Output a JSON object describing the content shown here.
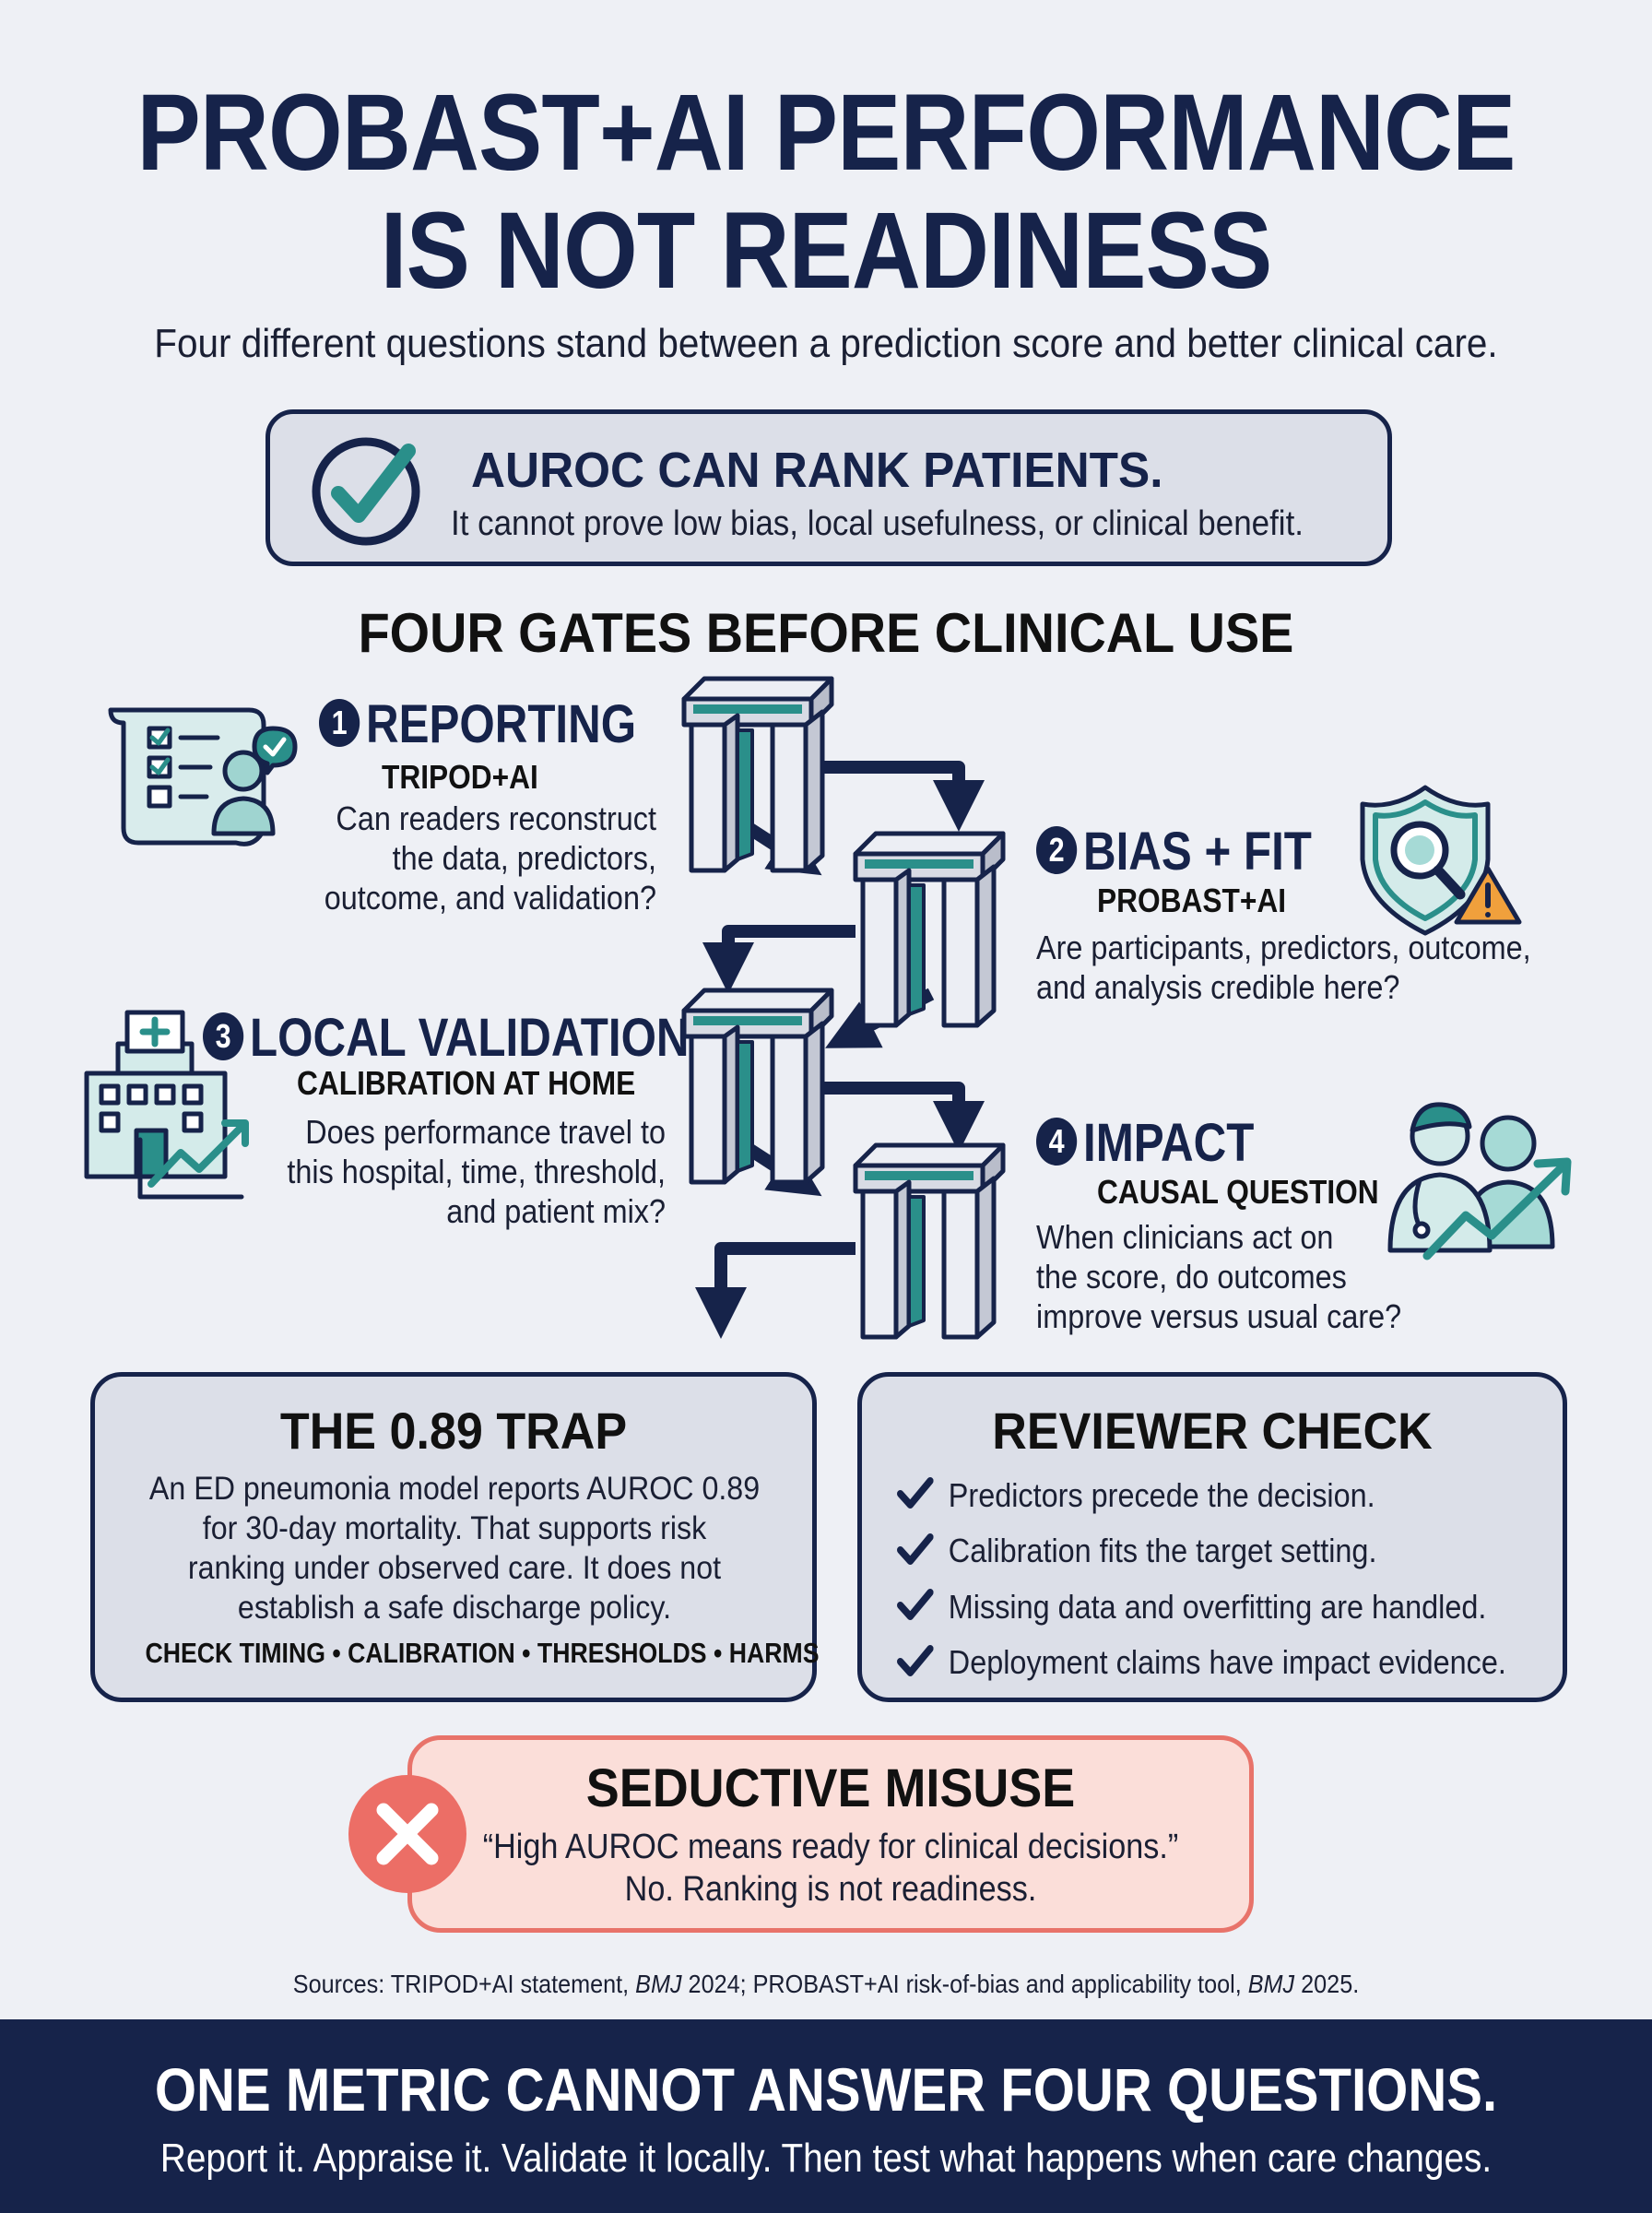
{
  "title_line1": "PROBAST+AI PERFORMANCE",
  "title_line2": "IS NOT READINESS",
  "subtitle": "Four different questions stand between a prediction score and better clinical care.",
  "auroc": {
    "icon": "checkmark-circle-icon",
    "heading": "AUROC CAN RANK PATIENTS.",
    "sub": "It cannot prove low bias, local usefulness, or clinical benefit."
  },
  "gates_heading": "FOUR GATES BEFORE CLINICAL USE",
  "gates": [
    {
      "num": "1",
      "title": "REPORTING",
      "sub": "TRIPOD+AI",
      "q1": "Can readers reconstruct",
      "q2": "the data, predictors,",
      "q3": "outcome, and validation?",
      "icon": "checklist-document-icon"
    },
    {
      "num": "2",
      "title": "BIAS + FIT",
      "sub": "PROBAST+AI",
      "q1": "Are participants, predictors, outcome,",
      "q2": "and analysis credible here?",
      "q3": "",
      "icon": "shield-magnifier-warning-icon"
    },
    {
      "num": "3",
      "title": "LOCAL VALIDATION",
      "sub": "CALIBRATION AT HOME",
      "q1": "Does performance travel to",
      "q2": "this hospital, time, threshold,",
      "q3": "and patient mix?",
      "icon": "hospital-trend-icon"
    },
    {
      "num": "4",
      "title": "IMPACT",
      "sub": "CAUSAL QUESTION",
      "q1": "When clinicians act on",
      "q2": "the score, do outcomes",
      "q3": "improve versus usual care?",
      "icon": "clinicians-trend-icon"
    }
  ],
  "trap": {
    "title": "THE 0.89 TRAP",
    "l1": "An ED pneumonia model reports AUROC 0.89",
    "l2": "for 30-day mortality. That supports risk",
    "l3": "ranking under observed care. It does not",
    "l4": "establish a safe discharge policy.",
    "footer": "CHECK TIMING • CALIBRATION • THRESHOLDS • HARMS"
  },
  "reviewer": {
    "title": "REVIEWER CHECK",
    "items": [
      "Predictors precede the decision.",
      "Calibration fits the target setting.",
      "Missing data and overfitting are handled.",
      "Deployment claims have impact evidence."
    ]
  },
  "misuse": {
    "title": "SEDUCTIVE MISUSE",
    "quote": "“High AUROC means ready for clinical decisions.”",
    "answer": "No. Ranking is not readiness."
  },
  "sources": {
    "prefix": "Sources: TRIPOD+AI statement, ",
    "journal1": "BMJ",
    "mid": " 2024; PROBAST+AI risk-of-bias and applicability tool, ",
    "journal2": "BMJ",
    "suffix": " 2025."
  },
  "footer": {
    "headline": "ONE METRIC CANNOT ANSWER FOUR QUESTIONS.",
    "sub": "Report it. Appraise it. Validate it locally. Then test what happens when care changes."
  },
  "colors": {
    "navy": "#16234a",
    "teal": "#2a8f8a",
    "background": "#eef0f5",
    "card": "#dcdfe8",
    "coral": "#e8736a",
    "misuse_fill": "#fbded9"
  }
}
